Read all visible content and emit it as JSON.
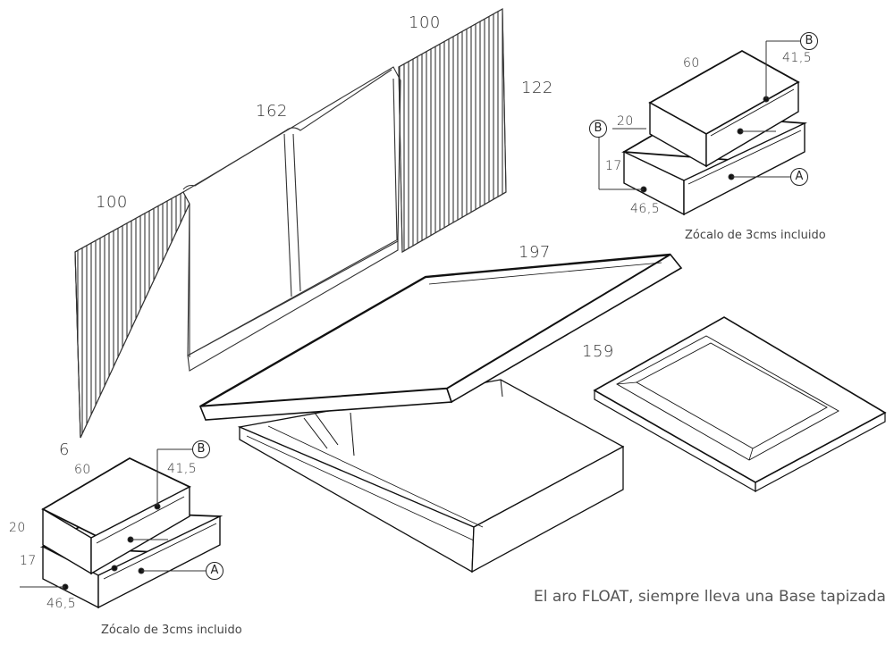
{
  "headboard": {
    "panel_left_width": "100",
    "panel_center_width": "162",
    "panel_right_width": "100",
    "height": "122",
    "base_height": "6"
  },
  "nightstand_top": {
    "depth": "60",
    "drawer_b_height": "41,5",
    "upper_height": "20",
    "lower_height": "17",
    "width": "46,5",
    "label_a": "A",
    "label_b": "B",
    "note": "Zócalo de 3cms incluido"
  },
  "nightstand_bottom": {
    "depth": "60",
    "drawer_b_height": "41,5",
    "upper_height": "20",
    "lower_height": "17",
    "width": "46,5",
    "label_a": "A",
    "label_b": "B",
    "note": "Zócalo de 3cms incluido"
  },
  "bed_base": {
    "length": "197",
    "width": "159"
  },
  "footer_note": "El aro FLOAT, siempre lleva una Base tapizada"
}
